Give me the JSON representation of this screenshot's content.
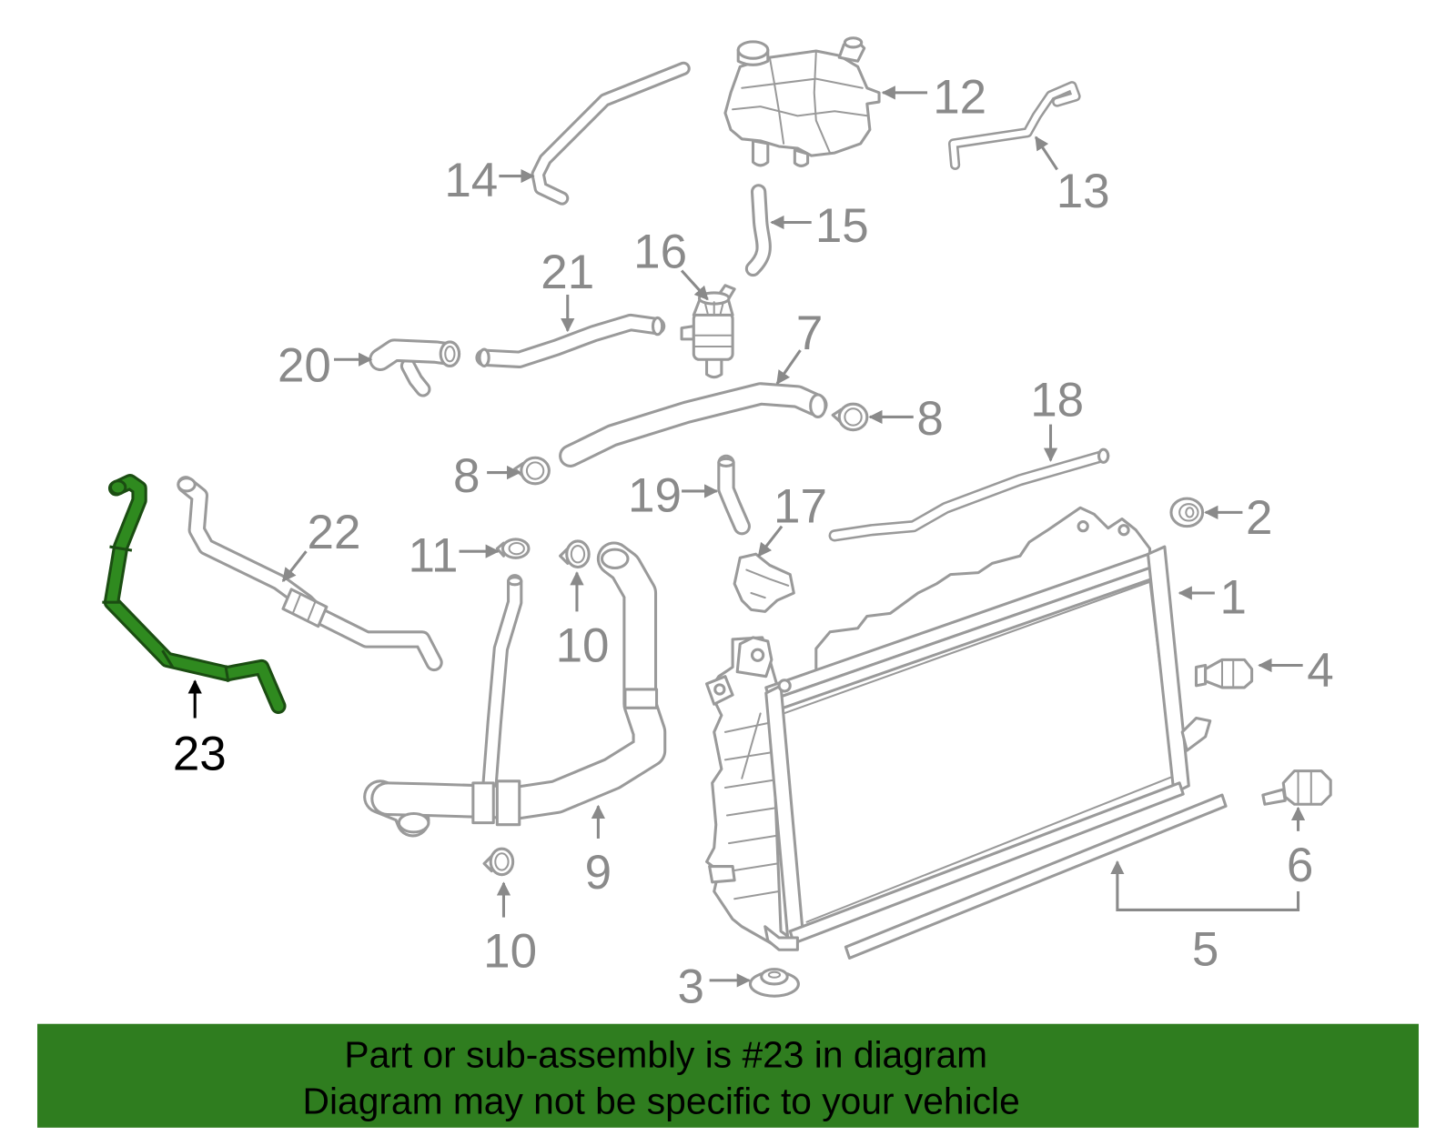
{
  "diagram": {
    "callouts": [
      "14",
      "12",
      "13",
      "15",
      "16",
      "21",
      "20",
      "7",
      "8",
      "8",
      "18",
      "19",
      "2",
      "17",
      "22",
      "11",
      "10",
      "1",
      "4",
      "23",
      "9",
      "6",
      "10",
      "5",
      "3"
    ],
    "colors": {
      "line": "#9a9a9a",
      "label": "#8a8a8a",
      "highlight": "#2f8a1f",
      "highlight_outline": "#1b4d12"
    }
  },
  "banner": {
    "line1": "Part or sub-assembly is #23 in diagram",
    "line2": "Diagram may not be specific to your vehicle",
    "background": "#2f7d1f"
  }
}
